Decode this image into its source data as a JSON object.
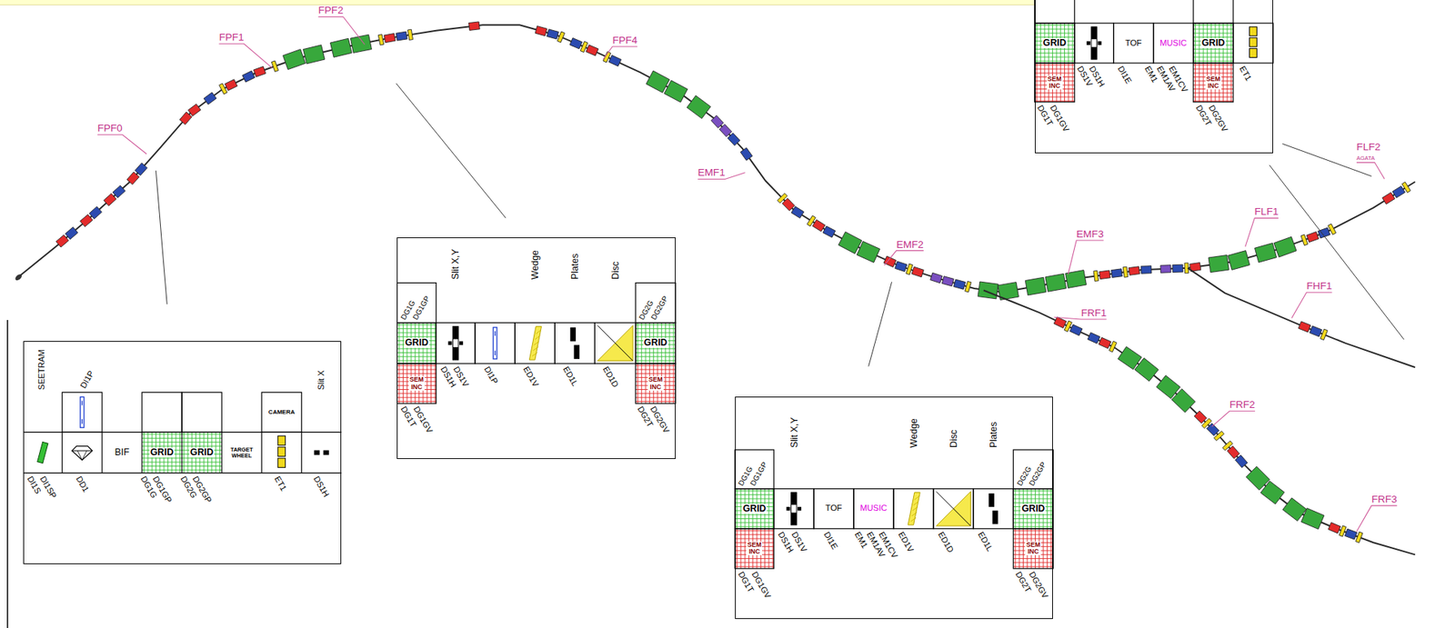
{
  "diagram": {
    "nodes": [
      {
        "text": [
          "SEETRAM",
          "DI1P",
          "Slit X",
          "DI1S",
          "DI1SP",
          "DD1",
          "DG1G",
          "DG1GP",
          "DG2G",
          "DG2GP",
          "ET1",
          "DS1H"
        ]
      },
      {
        "text": [
          "BIF"
        ],
        "in": 0
      },
      {
        "text": [
          "GRID"
        ],
        "in": 0
      },
      {
        "text": [
          "GRID"
        ],
        "in": 0
      },
      {
        "text": [
          "TARGET WHEEL"
        ],
        "in": 0
      },
      {
        "text": [
          "CAMERA"
        ],
        "in": 0
      },
      {
        "text": [
          "DG1G",
          "DG1GP",
          "Slit X,Y",
          "Wedge",
          "Plates",
          "Disc",
          "DG2G",
          "DG2GP",
          "DS1H",
          "DS1V",
          "DI1P",
          "ED1V",
          "ED1L",
          "ED1D",
          "DG2T",
          "DG2GV",
          "DG1T",
          "DG1GV"
        ]
      },
      {
        "text": [
          "GRID"
        ],
        "in": 6
      },
      {
        "text": [
          "SEM INC"
        ],
        "in": 6
      },
      {
        "text": [
          "GRID"
        ],
        "in": 6
      },
      {
        "text": [
          "SEM INC"
        ],
        "in": 6
      },
      {
        "text": [
          "DG1G",
          "DG1GP",
          "Slit X,Y",
          "Wedge",
          "Disc",
          "Plates",
          "DG2G",
          "DG2GP",
          "DS1H",
          "DS1V",
          "DI1E",
          "EM1",
          "EM1AV",
          "EM1CV",
          "ED1V",
          "ED1D",
          "ED1L",
          "DG2T",
          "DG2GV",
          "DG1T",
          "DG1GV"
        ]
      },
      {
        "text": [
          "GRID"
        ],
        "in": 11
      },
      {
        "text": [
          "SEM INC"
        ],
        "in": 11
      },
      {
        "text": [
          "TOF"
        ],
        "in": 11
      },
      {
        "text": [
          "MUSIC"
        ],
        "in": 11
      },
      {
        "text": [
          "GRID"
        ],
        "in": 11
      },
      {
        "text": [
          "SEM INC"
        ],
        "in": 11
      },
      {
        "text": [
          "DS1V",
          "DS1H",
          "DI1E",
          "EM1",
          "EM1AV",
          "EM1CV",
          "DG2T",
          "DG2GV",
          "DG1T",
          "DG1GV",
          "ET1"
        ]
      },
      {
        "text": [
          "GRID"
        ],
        "in": 18
      },
      {
        "text": [
          "SEM INC"
        ],
        "in": 18
      },
      {
        "text": [
          "TOF"
        ],
        "in": 18
      },
      {
        "text": [
          "MUSIC"
        ],
        "in": 18
      },
      {
        "text": [
          "GRID"
        ],
        "in": 18
      },
      {
        "text": [
          "SEM INC"
        ],
        "in": 18
      }
    ],
    "labels": [
      "FPF0",
      "FPF1",
      "FPF2",
      "FPF4",
      "EMF1",
      "EMF2",
      "EMF3",
      "FRF1",
      "FRF2",
      "FRF3",
      "FLF1",
      "FLF2",
      "AGATA",
      "FHF1"
    ]
  }
}
